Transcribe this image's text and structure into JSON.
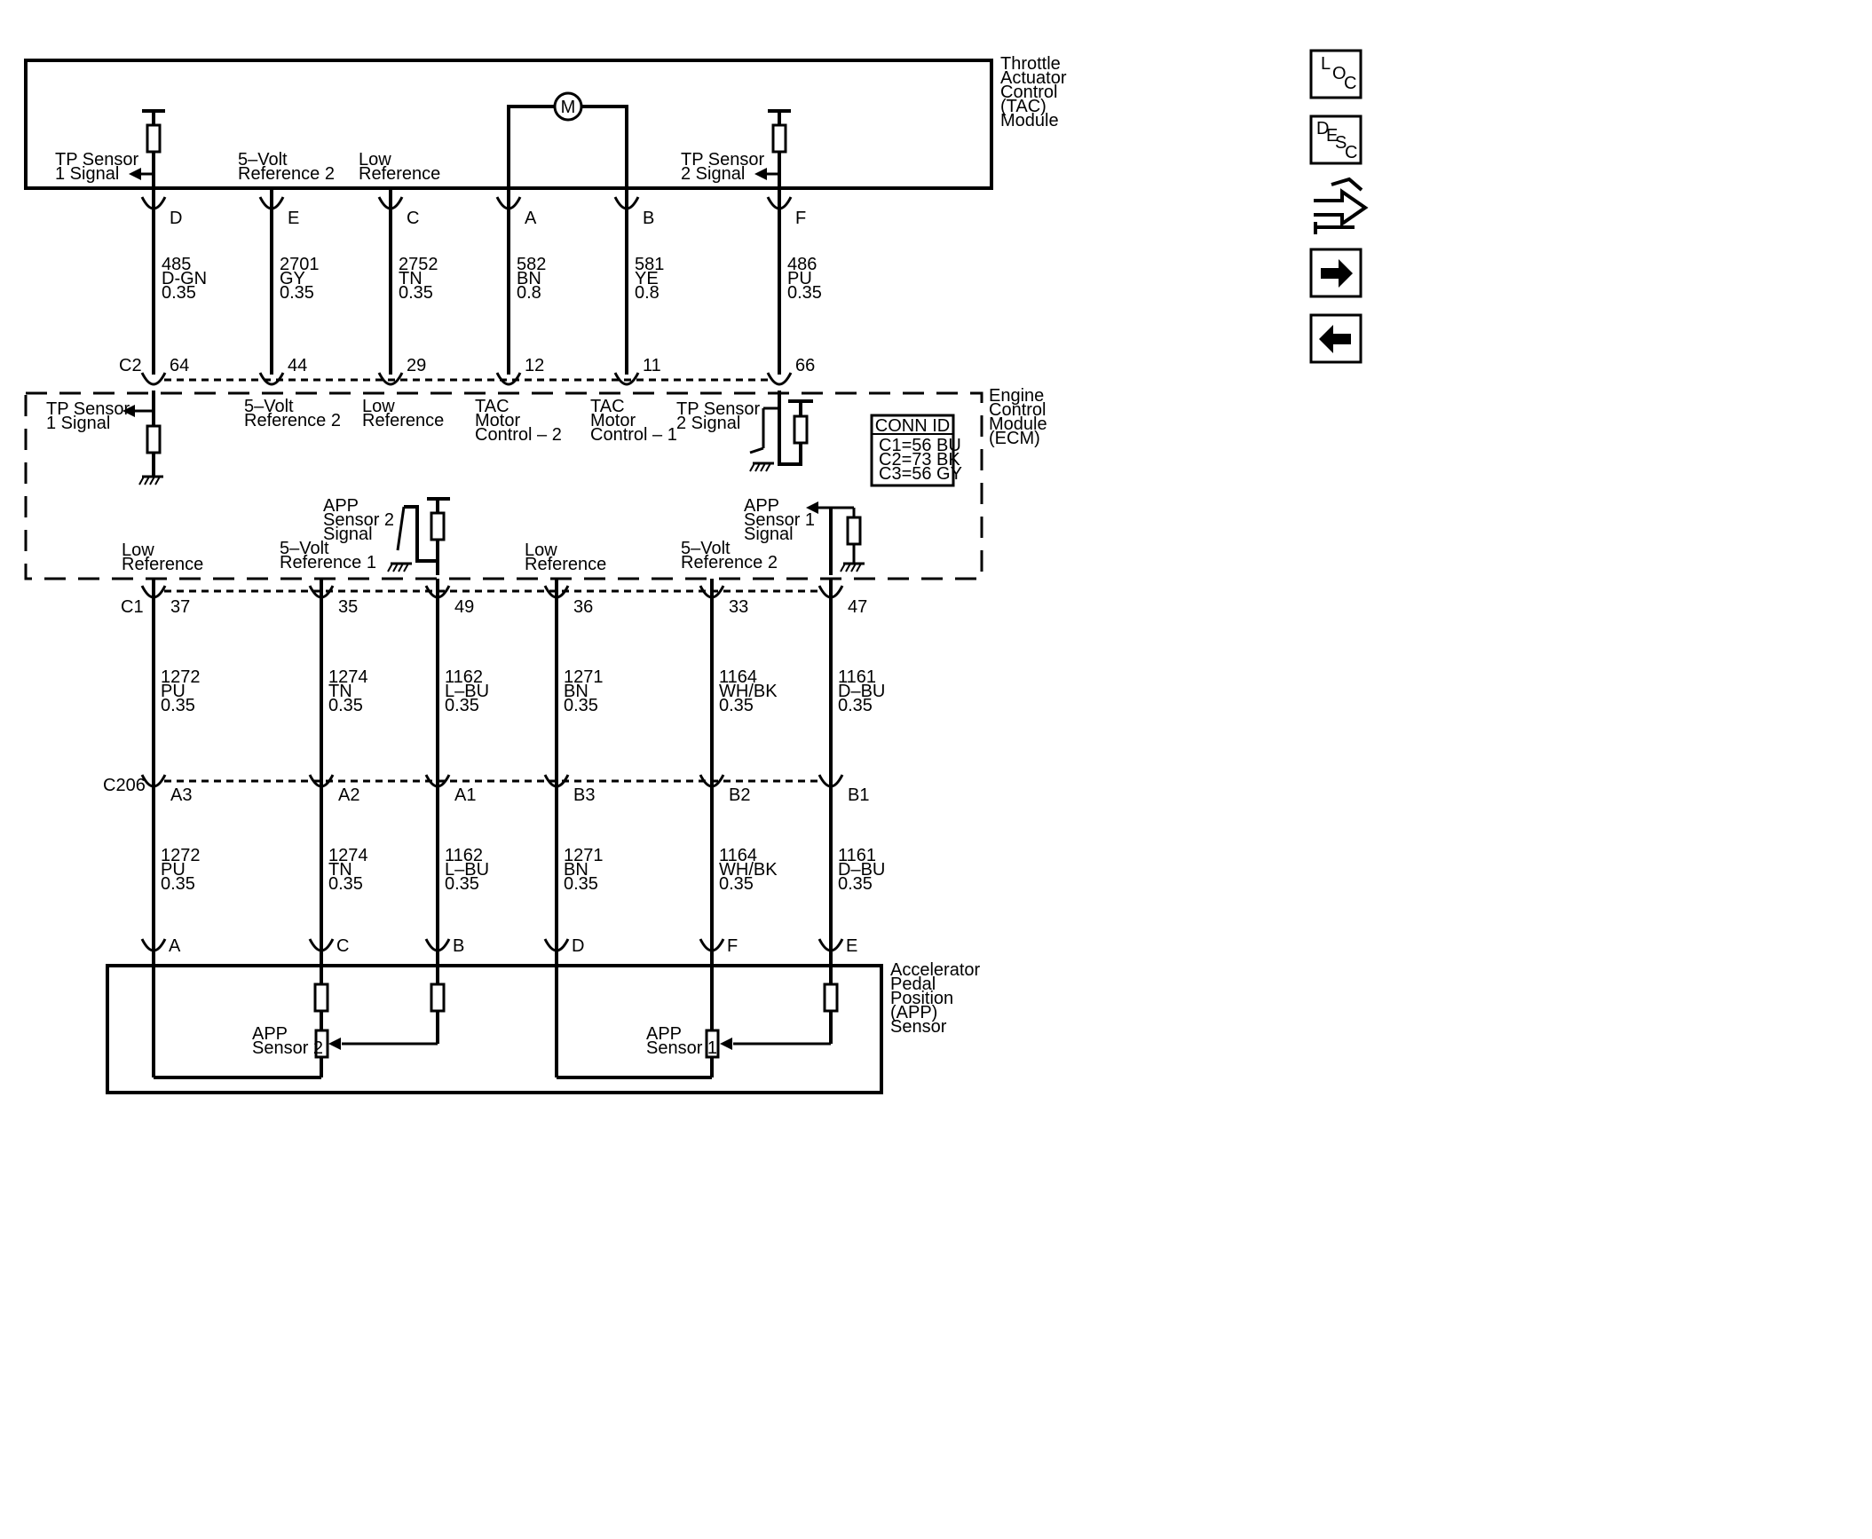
{
  "modules": {
    "tac": [
      "Throttle",
      "Actuator",
      "Control",
      "(TAC)",
      "Module"
    ],
    "ecm": [
      "Engine",
      "Control",
      "Module",
      "(ECM)"
    ],
    "app": [
      "Accelerator",
      "Pedal",
      "Position",
      "(APP)",
      "Sensor"
    ]
  },
  "motor_label": "M",
  "tac_labels": {
    "tp1": [
      "TP Sensor",
      "1 Signal"
    ],
    "ref5v2": [
      "5–Volt",
      "Reference 2"
    ],
    "lowref": [
      "Low",
      "Reference"
    ],
    "tp2": [
      "TP Sensor",
      "2 Signal"
    ]
  },
  "tac_pins": [
    "D",
    "E",
    "C",
    "A",
    "B",
    "F"
  ],
  "upper_wires": [
    [
      "485",
      "D-GN",
      "0.35"
    ],
    [
      "2701",
      "GY",
      "0.35"
    ],
    [
      "2752",
      "TN",
      "0.35"
    ],
    [
      "582",
      "BN",
      "0.8"
    ],
    [
      "581",
      "YE",
      "0.8"
    ],
    [
      "486",
      "PU",
      "0.35"
    ]
  ],
  "c2": {
    "name": "C2",
    "pins": [
      "64",
      "44",
      "29",
      "12",
      "11",
      "66"
    ]
  },
  "ecm_labels_top": {
    "tp1": [
      "TP Sensor",
      "1 Signal"
    ],
    "ref5v2": [
      "5–Volt",
      "Reference 2"
    ],
    "lowref": [
      "Low",
      "Reference"
    ],
    "tac2": [
      "TAC",
      "Motor",
      "Control – 2"
    ],
    "tac1": [
      "TAC",
      "Motor",
      "Control – 1"
    ],
    "tp2": [
      "TP Sensor",
      "2 Signal"
    ]
  },
  "conn_id": {
    "title": "CONN ID",
    "rows": [
      "C1=56 BU",
      "C2=73 BK",
      "C3=56 GY"
    ]
  },
  "ecm_labels_bottom": {
    "app2": [
      "APP",
      "Sensor 2",
      "Signal"
    ],
    "app1": [
      "APP",
      "Sensor 1",
      "Signal"
    ],
    "low1": [
      "Low",
      "Reference"
    ],
    "ref1": [
      "5–Volt",
      "Reference 1"
    ],
    "low2": [
      "Low",
      "Reference"
    ],
    "ref2": [
      "5–Volt",
      "Reference 2"
    ]
  },
  "c1": {
    "name": "C1",
    "pins": [
      "37",
      "35",
      "49",
      "36",
      "33",
      "47"
    ]
  },
  "lower_wires": [
    [
      "1272",
      "PU",
      "0.35"
    ],
    [
      "1274",
      "TN",
      "0.35"
    ],
    [
      "1162",
      "L–BU",
      "0.35"
    ],
    [
      "1271",
      "BN",
      "0.35"
    ],
    [
      "1164",
      "WH/BK",
      "0.35"
    ],
    [
      "1161",
      "D–BU",
      "0.35"
    ]
  ],
  "c206": {
    "name": "C206",
    "pins": [
      "A3",
      "A2",
      "A1",
      "B3",
      "B2",
      "B1"
    ]
  },
  "app_pins": [
    "A",
    "C",
    "B",
    "D",
    "F",
    "E"
  ],
  "app_sensors": {
    "s2": [
      "APP",
      "Sensor 2"
    ],
    "s1": [
      "APP",
      "Sensor 1"
    ]
  },
  "nav_icons": [
    "loc-icon",
    "desc-icon",
    "connector-icon",
    "next-arrow-icon",
    "back-arrow-icon"
  ]
}
